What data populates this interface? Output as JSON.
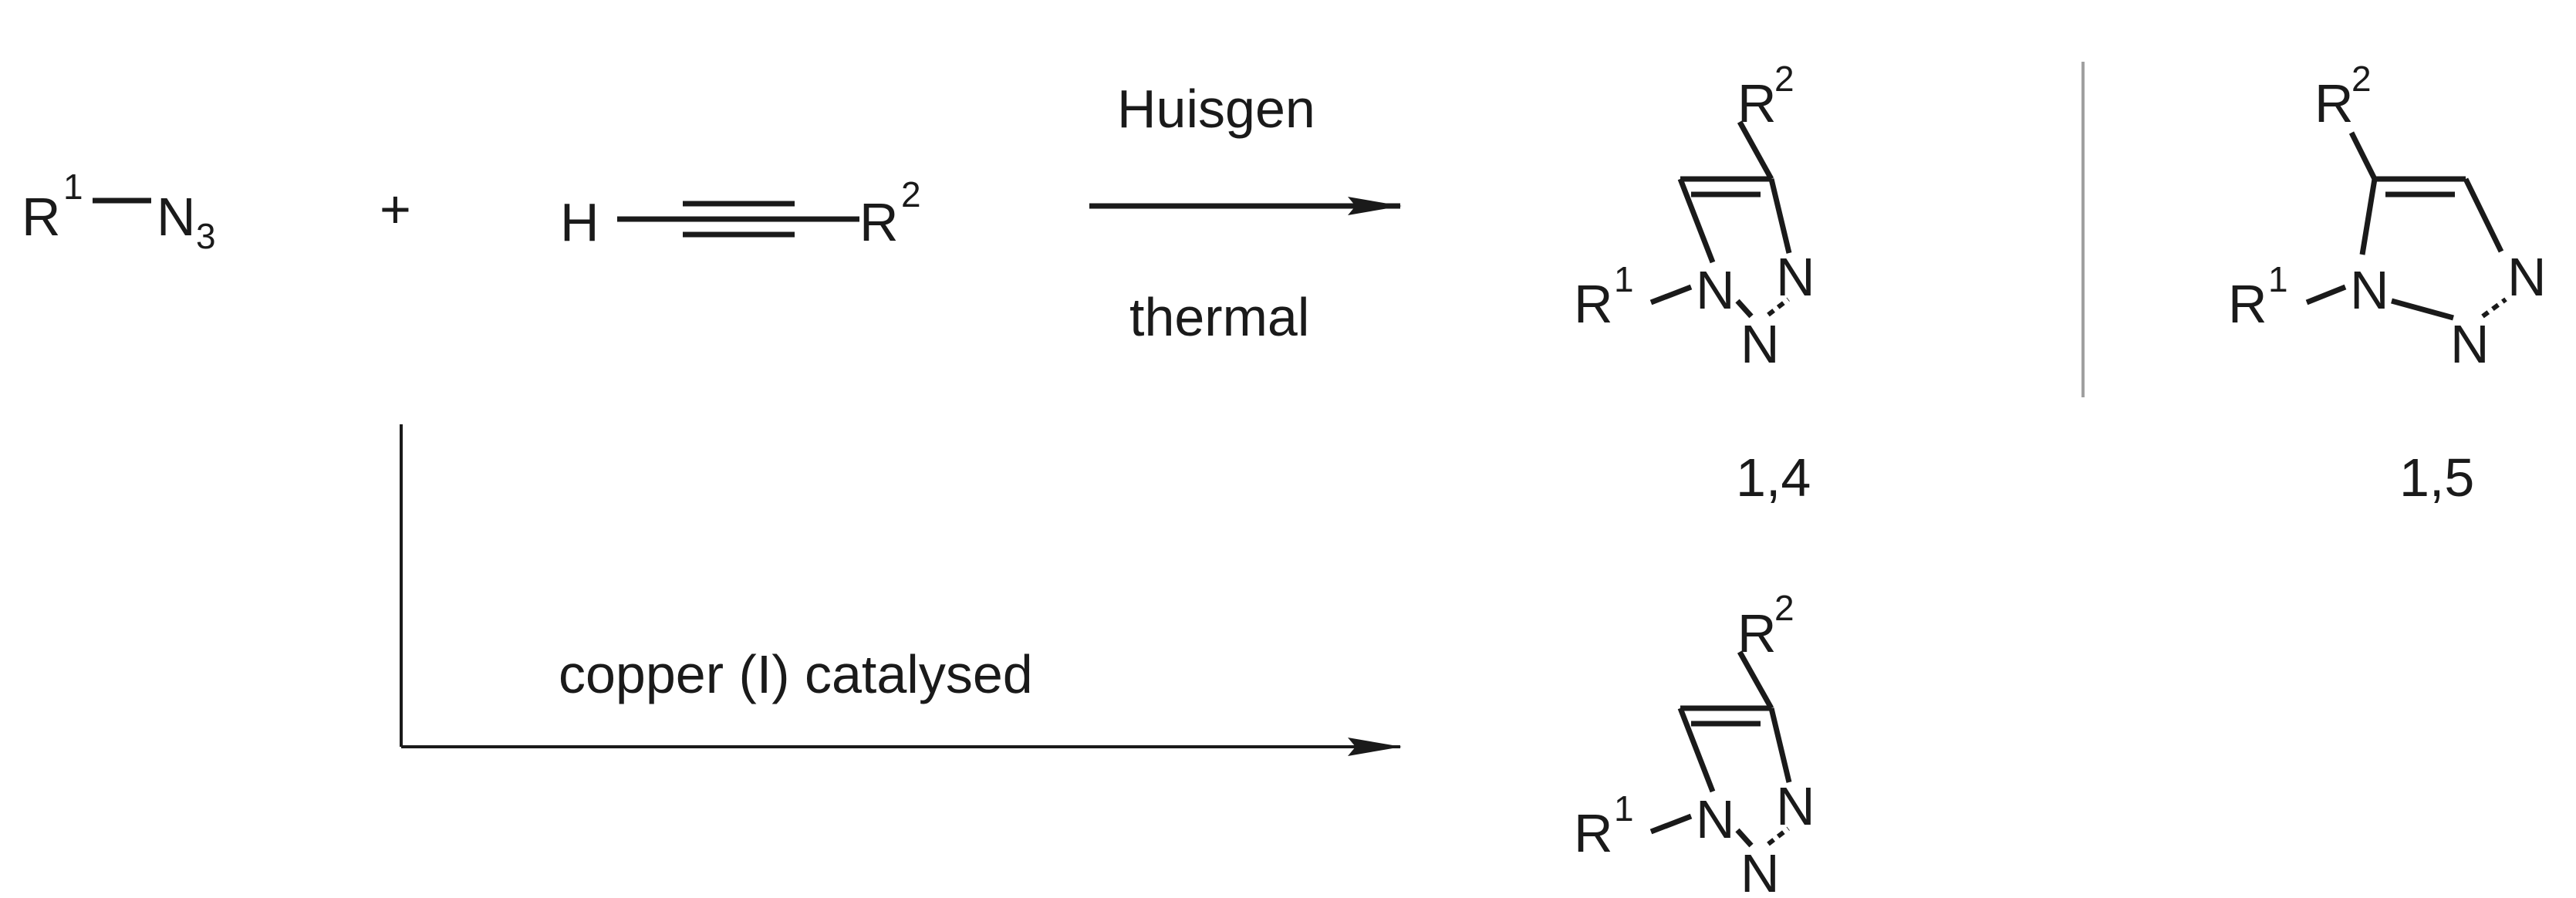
{
  "reactants": {
    "azide": {
      "r": "R",
      "r_sup": "1",
      "n": "N",
      "n_sub": "3"
    },
    "plus": "+",
    "alkyne": {
      "h": "H",
      "r": "R",
      "r_sup": "2"
    }
  },
  "conditions": {
    "thermal_above": "Huisgen",
    "thermal_below": "thermal",
    "copper": "copper (I) catalysed"
  },
  "triazole_atoms": {
    "n": "N",
    "r": "R",
    "sup1": "1",
    "sup2": "2"
  },
  "products": {
    "thermal_14_label": "1,4",
    "thermal_15_label": "1,5"
  }
}
